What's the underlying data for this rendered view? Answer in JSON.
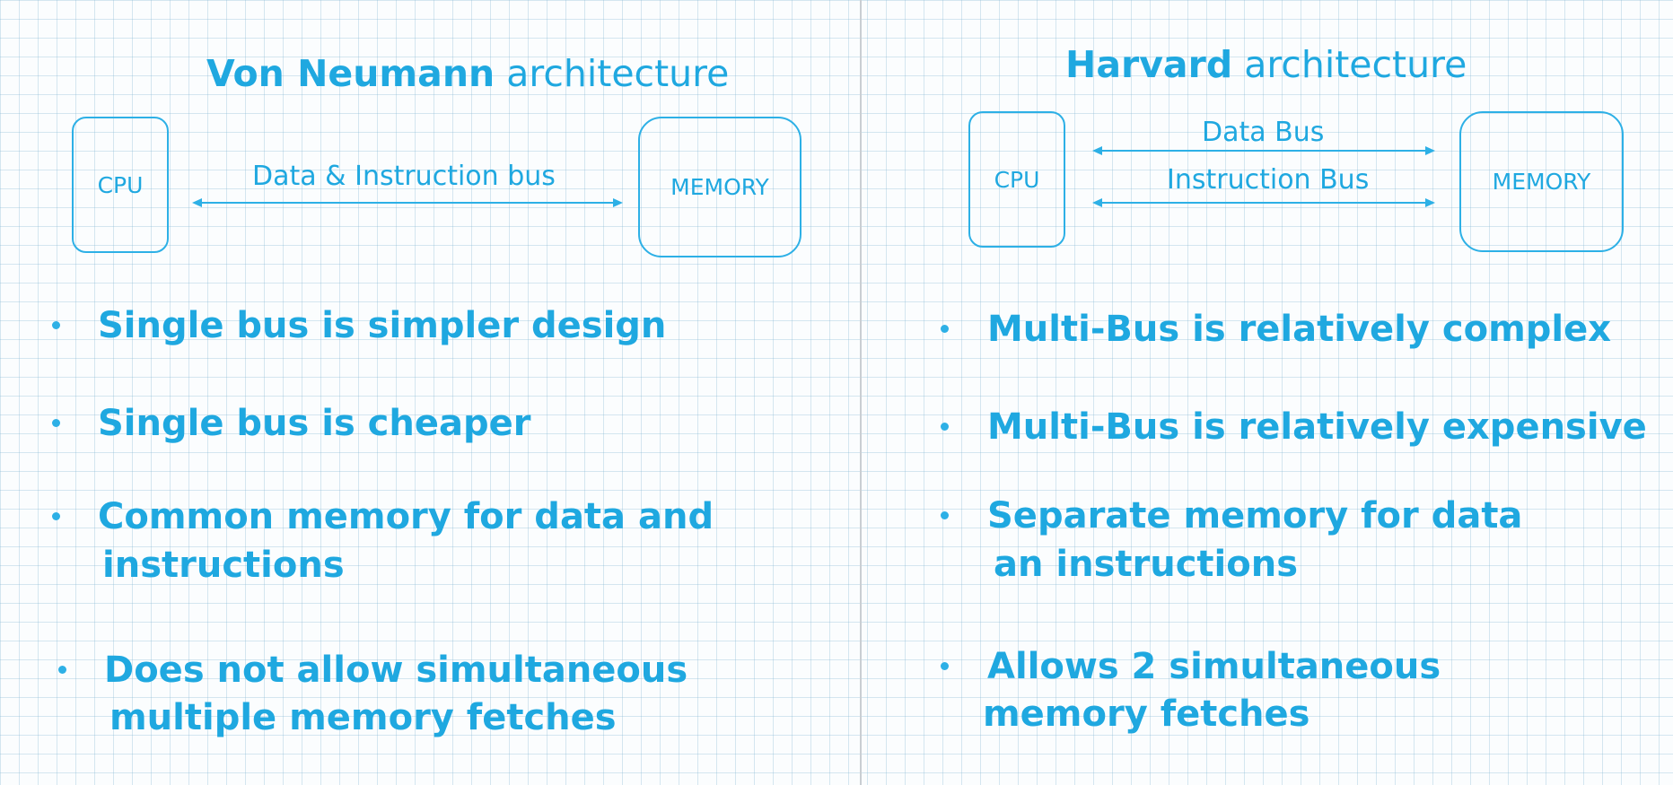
{
  "left": {
    "title_strong": "Von Neumann",
    "title_light": "architecture",
    "cpu_label": "CPU",
    "memory_label": "MEMORY",
    "bus_label": "Data & Instruction bus",
    "bullets": [
      {
        "line1": "Single bus is simpler design",
        "line2": ""
      },
      {
        "line1": "Single bus is cheaper",
        "line2": ""
      },
      {
        "line1": "Common memory for data and",
        "line2": "instructions"
      },
      {
        "line1": "Does not allow simultaneous",
        "line2": "multiple memory fetches"
      }
    ]
  },
  "right": {
    "title_strong": "Harvard",
    "title_light": "architecture",
    "cpu_label": "CPU",
    "memory_label": "MEMORY",
    "data_bus_label": "Data  Bus",
    "instruction_bus_label": "Instruction  Bus",
    "bullets": [
      {
        "line1": "Multi-Bus is relatively complex",
        "line2": ""
      },
      {
        "line1": "Multi-Bus is relatively expensive",
        "line2": ""
      },
      {
        "line1": "Separate memory for data",
        "line2": "an instructions"
      },
      {
        "line1": "Allows 2 simultaneous",
        "line2": "memory fetches"
      }
    ]
  }
}
